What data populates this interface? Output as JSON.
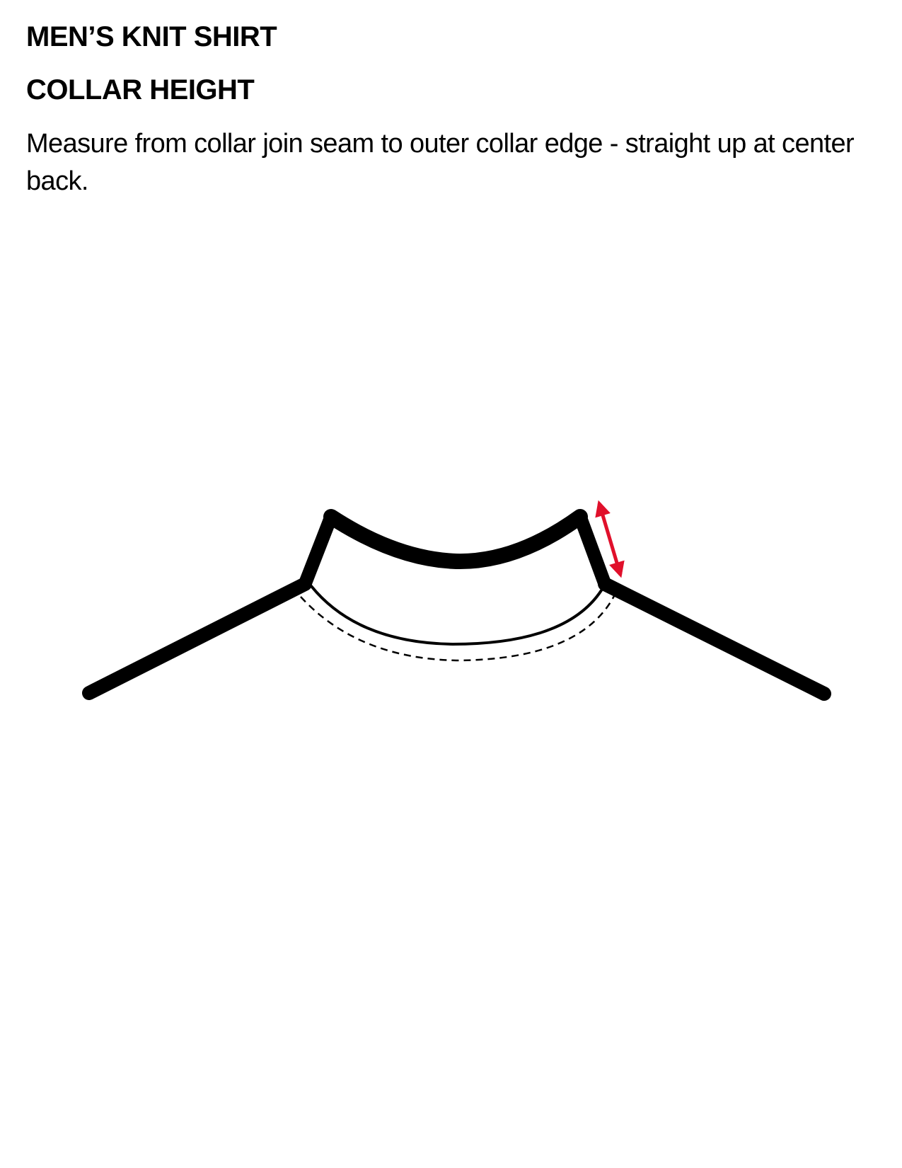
{
  "header": {
    "garment_type": "MEN’S KNIT SHIRT",
    "measurement_name": "COLLAR HEIGHT"
  },
  "instructions": {
    "text": "Measure from collar join seam to outer collar edge - straight up at center back."
  },
  "diagram": {
    "outline_color": "#000000",
    "measure_arrow_color": "#e0102b",
    "icons": [
      "collar-outline",
      "shoulder-line",
      "seam-stitch-dashed",
      "double-headed-arrow"
    ]
  }
}
